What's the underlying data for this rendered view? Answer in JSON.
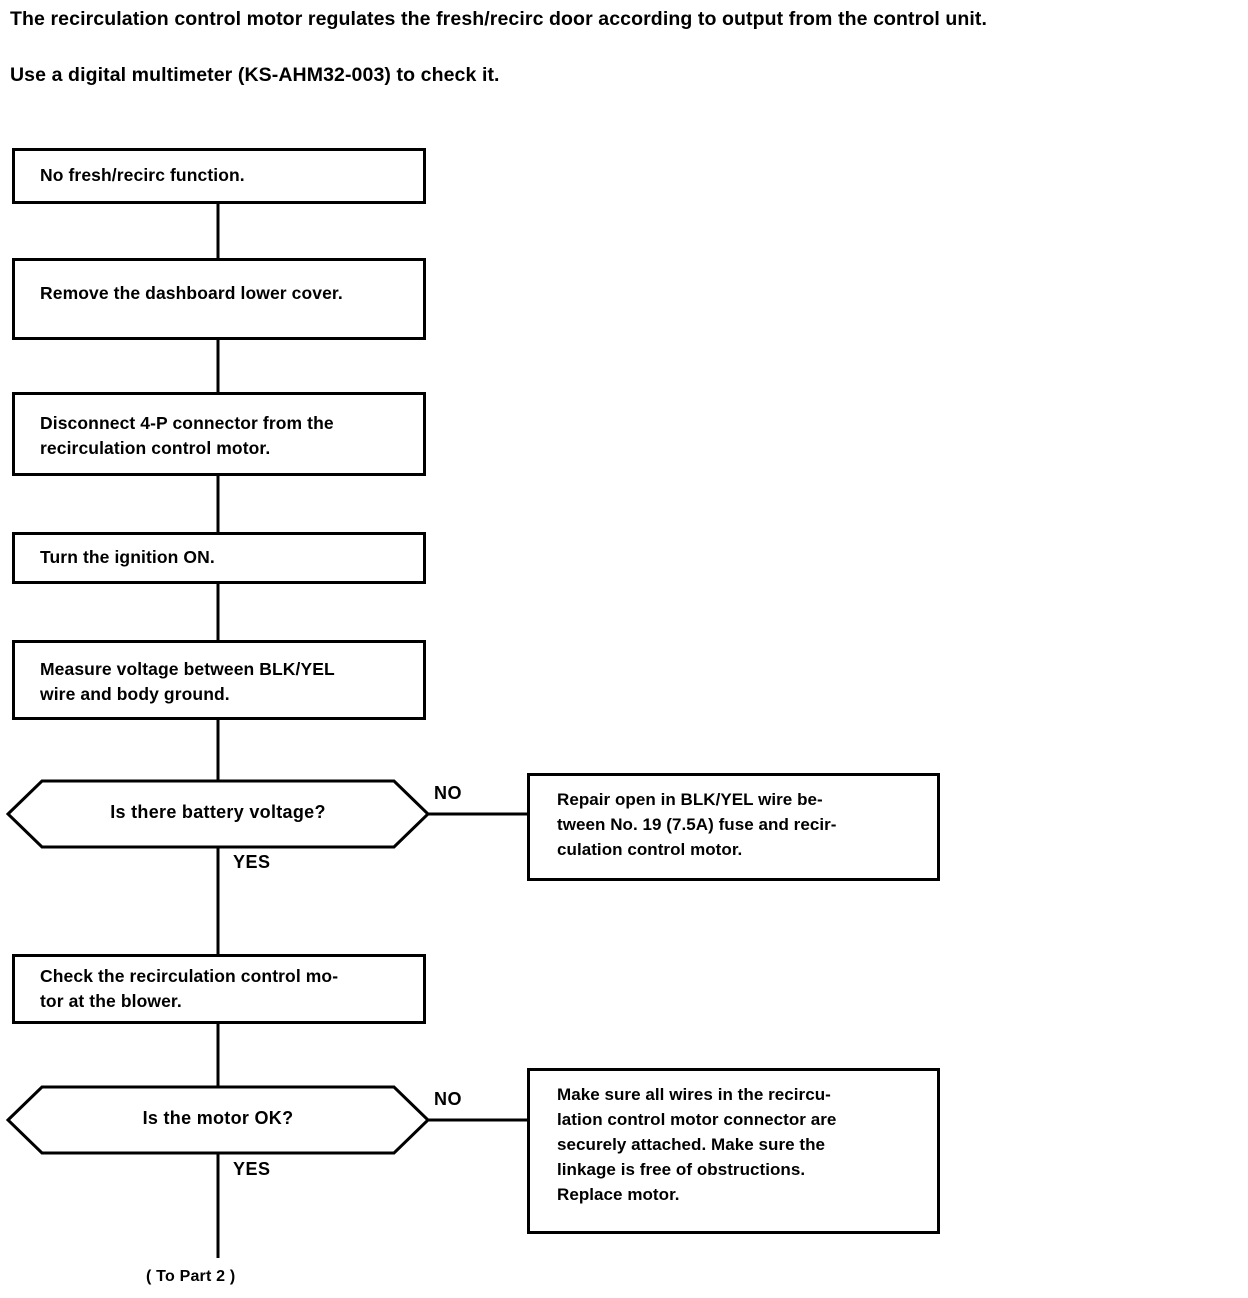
{
  "intro": {
    "line1": "The recirculation control motor regulates the fresh/recirc door according to output from the control unit.",
    "line2": "Use a digital multimeter (KS-AHM32-003) to check it."
  },
  "flowchart": {
    "steps": [
      {
        "id": "no-fresh-recirc-function",
        "text": "No fresh/recirc function."
      },
      {
        "id": "remove-dashboard-lower-cover",
        "text": "Remove the dashboard lower cover."
      },
      {
        "id": "disconnect-4p-connector",
        "text": "Disconnect 4-P connector from the\nrecirculation control motor."
      },
      {
        "id": "turn-ignition-on",
        "text": "Turn the ignition ON."
      },
      {
        "id": "measure-voltage",
        "text": "Measure voltage between BLK/YEL\nwire and body ground."
      },
      {
        "id": "check-motor-at-blower",
        "text": "Check the recirculation control mo-\ntor at the blower."
      }
    ],
    "decisions": [
      {
        "id": "battery-voltage",
        "text": "Is there battery voltage?",
        "yes_label": "YES",
        "no_label": "NO"
      },
      {
        "id": "motor-ok",
        "text": "Is the motor OK?",
        "yes_label": "YES",
        "no_label": "NO"
      }
    ],
    "outcomes": [
      {
        "id": "repair-open-blk-yel",
        "text": "Repair open in BLK/YEL wire be-\ntween No. 19 (7.5A) fuse and recir-\nculation control motor."
      },
      {
        "id": "check-wires-replace-motor",
        "text": "Make sure all wires in the recircu-\nlation control motor connector are\nsecurely attached. Make sure the\nlinkage is free of obstructions.\nReplace motor."
      }
    ],
    "footer": "( To Part 2 )"
  }
}
